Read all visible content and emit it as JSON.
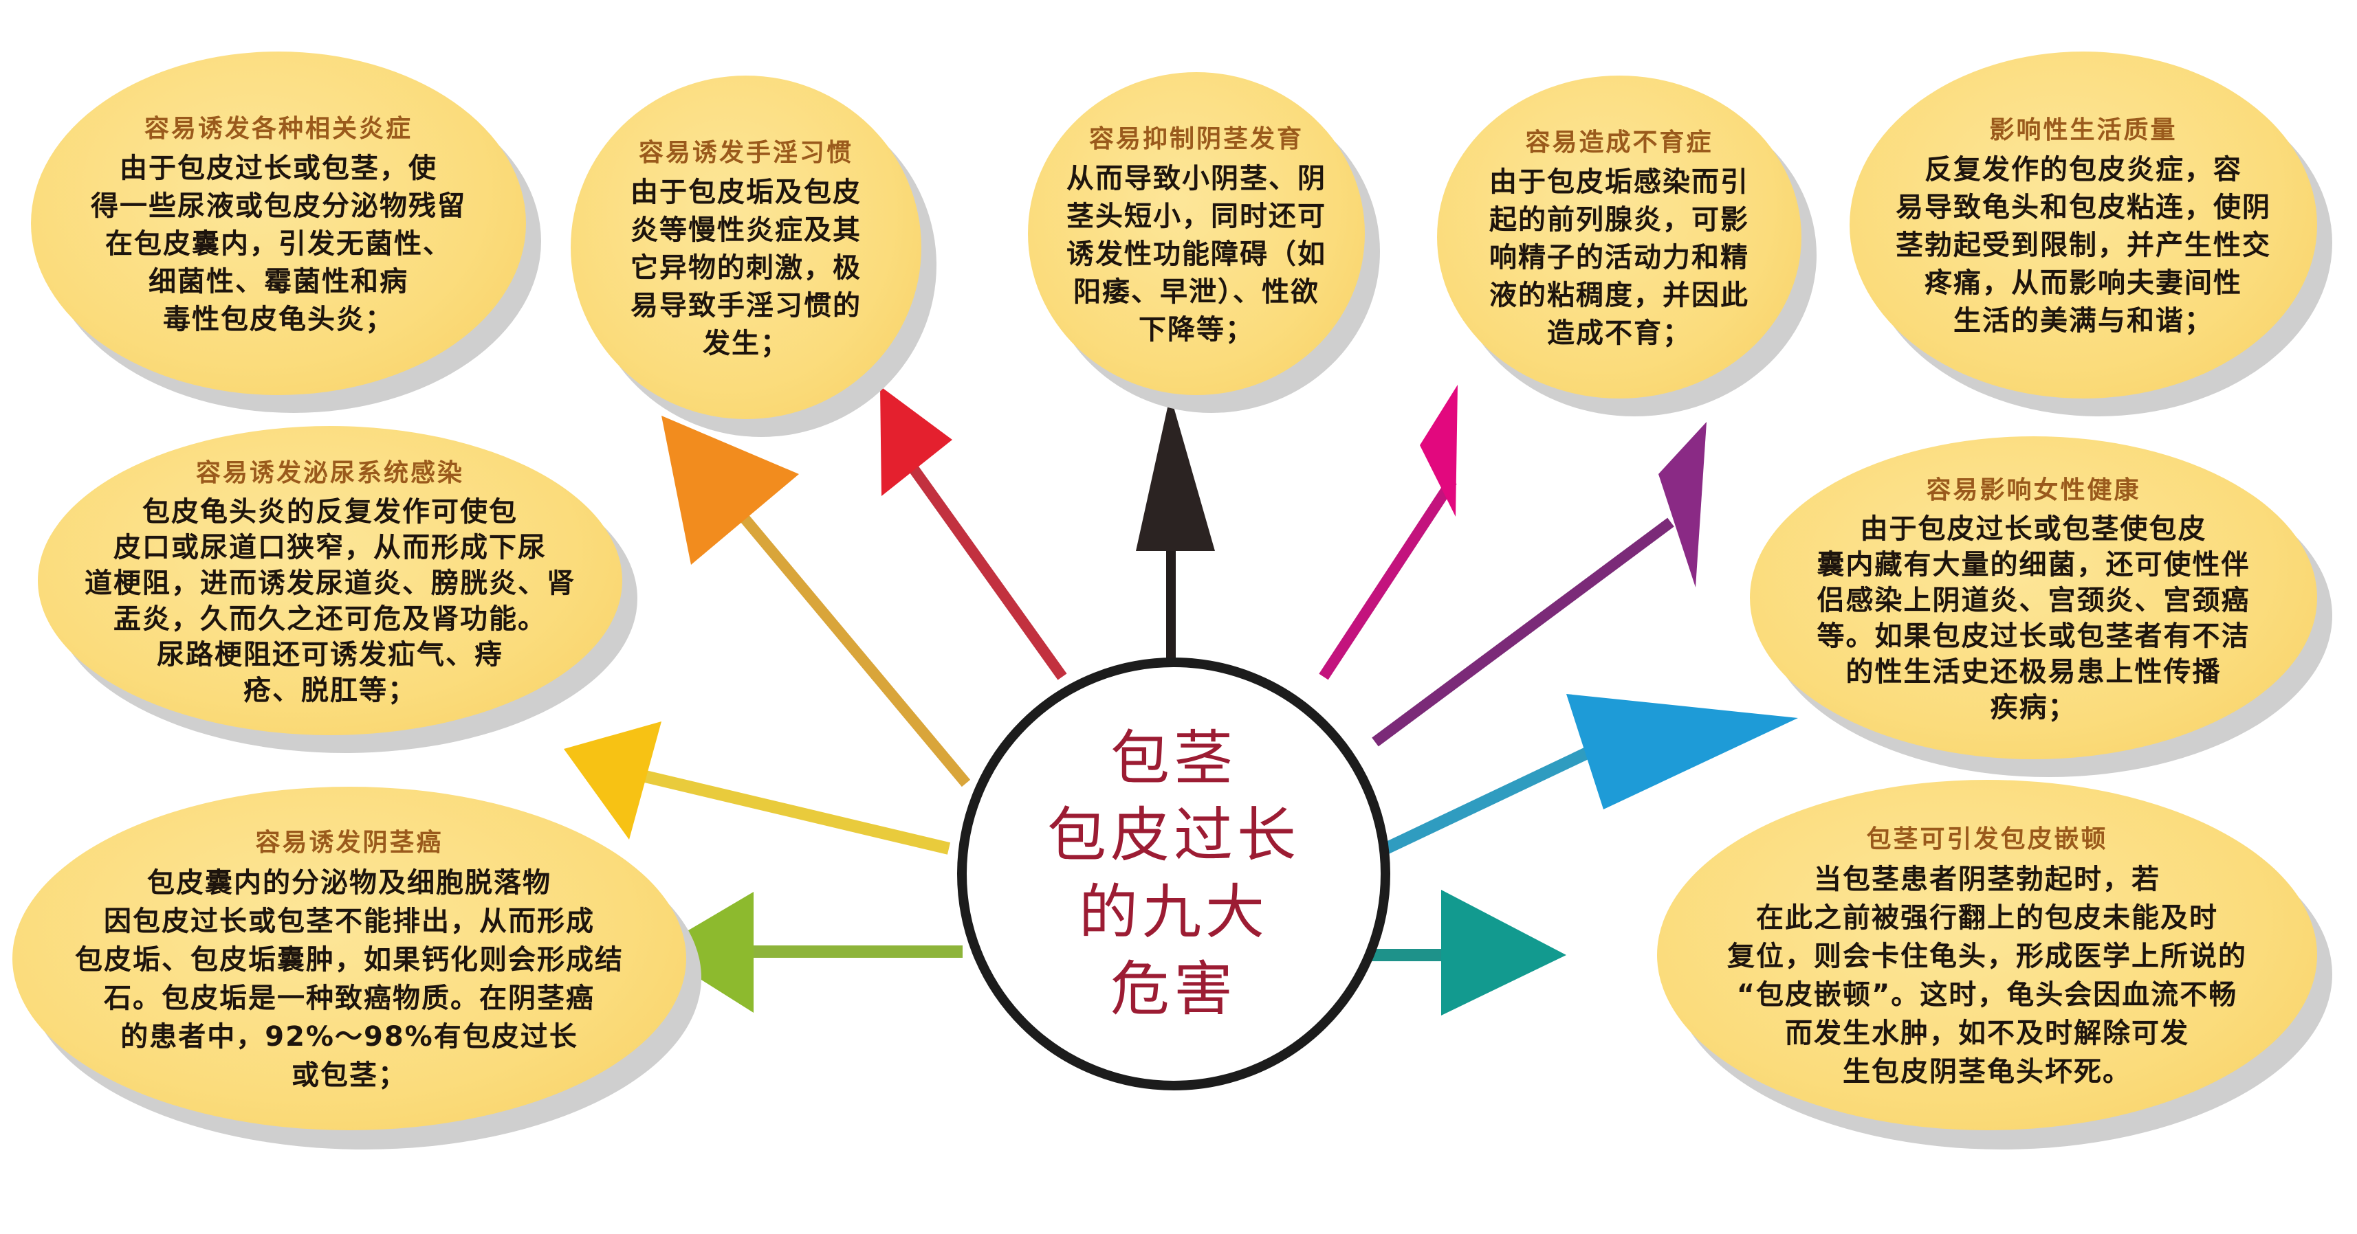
{
  "center": {
    "lines": [
      "包茎",
      "包皮过长",
      "的九大",
      "危害"
    ],
    "text_color": "#9C1C33",
    "border_color": "#1C1C1C"
  },
  "bubbles": [
    {
      "id": "inflammation",
      "title": "容易诱发各种相关炎症",
      "lines": [
        "由于包皮过长或包茎，使",
        "得一些尿液或包皮分泌物残留",
        "在包皮囊内，引发无菌性、",
        "细菌性、霉菌性和病",
        "毒性包皮龟头炎；"
      ]
    },
    {
      "id": "masturbation",
      "title": "容易诱发手淫习惯",
      "lines": [
        "由于包皮垢及包皮",
        "炎等慢性炎症及其",
        "它异物的刺激，极",
        "易导致手淫习惯的",
        "发生；"
      ]
    },
    {
      "id": "development",
      "title": "容易抑制阴茎发育",
      "lines": [
        "从而导致小阴茎、阴",
        "茎头短小，同时还可",
        "诱发性功能障碍（如",
        "阳痿、早泄）、性欲",
        "下降等；"
      ]
    },
    {
      "id": "infertility",
      "title": "容易造成不育症",
      "lines": [
        "由于包皮垢感染而引",
        "起的前列腺炎，可影",
        "响精子的活动力和精",
        "液的粘稠度，并因此",
        "造成不育；"
      ]
    },
    {
      "id": "sex-life",
      "title": "影响性生活质量",
      "lines": [
        "反复发作的包皮炎症，容",
        "易导致龟头和包皮粘连，使阴",
        "茎勃起受到限制，并产生性交",
        "疼痛，从而影响夫妻间性",
        "生活的美满与和谐；"
      ]
    },
    {
      "id": "urinary",
      "title": "容易诱发泌尿系统感染",
      "lines": [
        "包皮龟头炎的反复发作可使包",
        "皮口或尿道口狭窄，从而形成下尿",
        "道梗阻，进而诱发尿道炎、膀胱炎、肾",
        "盂炎，久而久之还可危及肾功能。",
        "尿路梗阻还可诱发疝气、痔",
        "疮、脱肛等；"
      ]
    },
    {
      "id": "female-health",
      "title": "容易影响女性健康",
      "lines": [
        "由于包皮过长或包茎使包皮",
        "囊内藏有大量的细菌，还可使性伴",
        "侣感染上阴道炎、宫颈炎、宫颈癌",
        "等。如果包皮过长或包茎者有不洁",
        "的性生活史还极易患上性传播",
        "疾病；"
      ]
    },
    {
      "id": "penile-cancer",
      "title": "容易诱发阴茎癌",
      "lines": [
        "包皮囊内的分泌物及细胞脱落物",
        "因包皮过长或包茎不能排出，从而形成",
        "包皮垢、包皮垢囊肿，如果钙化则会形成结",
        "石。包皮垢是一种致癌物质。在阴茎癌",
        "的患者中，92%～98%有包皮过长",
        "或包茎；"
      ]
    },
    {
      "id": "paraphimosis",
      "title": "包茎可引发包皮嵌顿",
      "lines": [
        "当包茎患者阴茎勃起时，若",
        "在此之前被强行翻上的包皮未能及时",
        "复位，则会卡住龟头，形成医学上所说的",
        "“包皮嵌顿”。这时，龟头会因血流不畅",
        "而发生水肿，如不及时解除可发",
        "生包皮阴茎龟头坏死。"
      ]
    }
  ],
  "arrows": [
    {
      "id": "orange",
      "color": "#F28C1E",
      "target": "masturbation"
    },
    {
      "id": "red",
      "color": "#E4202E",
      "target": "development"
    },
    {
      "id": "black",
      "color": "#2B2322",
      "target": "development"
    },
    {
      "id": "magenta",
      "color": "#E2087E",
      "target": "infertility"
    },
    {
      "id": "purple",
      "color": "#8A2A85",
      "target": "sex-life"
    },
    {
      "id": "yellow",
      "color": "#F7C214",
      "target": "urinary"
    },
    {
      "id": "green",
      "color": "#8DBA2E",
      "target": "penile-cancer"
    },
    {
      "id": "blue",
      "color": "#1E9BD7",
      "target": "female-health"
    },
    {
      "id": "teal",
      "color": "#129A8F",
      "target": "paraphimosis"
    }
  ],
  "colors": {
    "bubble_fill": "#FBDC7C",
    "bubble_shadow": "#CFCFCF",
    "bubble_title": "#9A5A1C",
    "bubble_text": "#1D140D"
  }
}
